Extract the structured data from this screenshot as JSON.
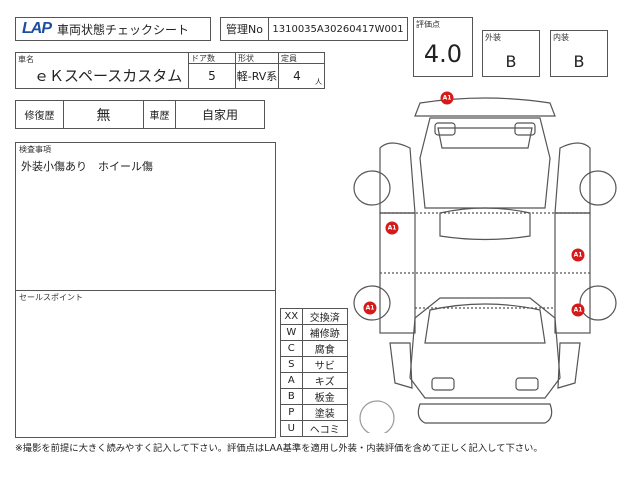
{
  "header": {
    "logo": "LAP",
    "title": "車両状態チェックシート",
    "control_no_label": "管理No",
    "control_no": "1310035A30260417W001"
  },
  "score": {
    "label": "評価点",
    "value": "4.0",
    "exterior_label": "外装",
    "exterior": "B",
    "interior_label": "内装",
    "interior": "B"
  },
  "vehicle": {
    "name_label": "車名",
    "name": "ｅＫスペースカスタム",
    "doors_label": "ドア数",
    "doors": "5",
    "shape_label": "形状",
    "shape": "軽-RV系",
    "capacity_label": "定員",
    "capacity": "4",
    "capacity_unit": "人"
  },
  "history": {
    "repair_label": "修復歴",
    "repair": "無",
    "usage_label": "車歴",
    "usage": "自家用"
  },
  "inspection": {
    "label": "検査事項",
    "text": "外装小傷あり　ホイール傷"
  },
  "sales": {
    "label": "セールスポイント"
  },
  "legend": [
    {
      "code": "XX",
      "meaning": "交換済"
    },
    {
      "code": "W",
      "meaning": "補修跡"
    },
    {
      "code": "C",
      "meaning": "腐食"
    },
    {
      "code": "S",
      "meaning": "サビ"
    },
    {
      "code": "A",
      "meaning": "キズ"
    },
    {
      "code": "B",
      "meaning": "板金"
    },
    {
      "code": "P",
      "meaning": "塗装"
    },
    {
      "code": "U",
      "meaning": "ヘコミ"
    }
  ],
  "markers": [
    "A1",
    "A1",
    "A1",
    "A1",
    "A1"
  ],
  "footer": "※撮影を前提に大きく読みやすく記入して下さい。評価点はLAA基準を適用し外装・内装評価を含めて正しく記入して下さい。"
}
